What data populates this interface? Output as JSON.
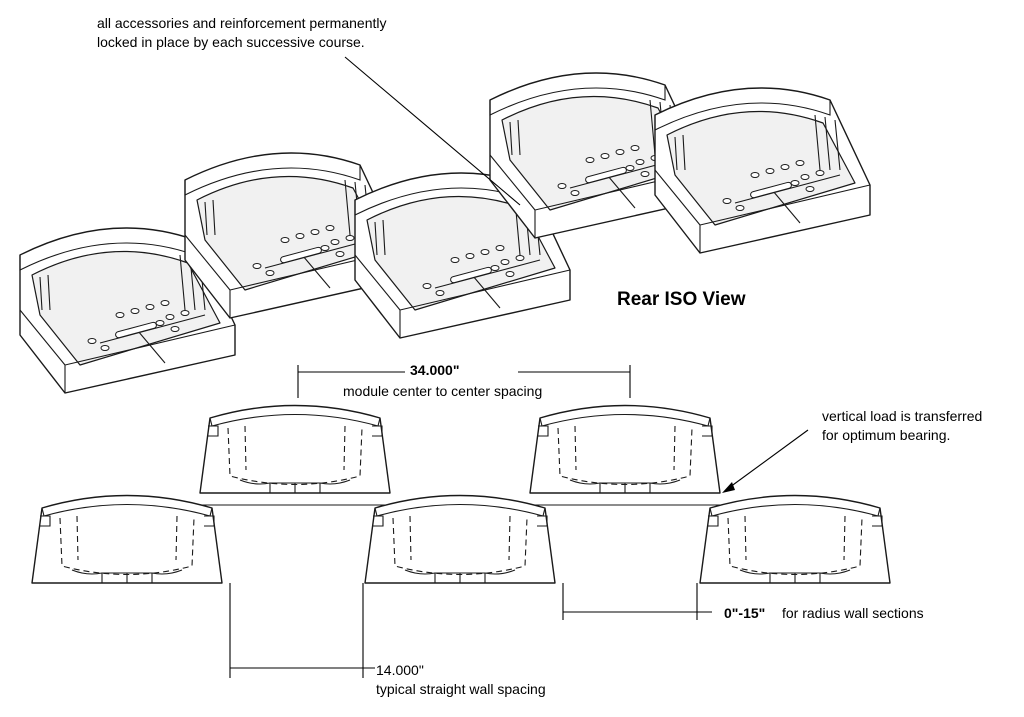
{
  "notes": {
    "accessories_line1": "all accessories and reinforcement permanently",
    "accessories_line2": "locked in place by each successive course.",
    "view_title": "Rear ISO View",
    "vertical_load_line1": "vertical load is transferred",
    "vertical_load_line2": "for optimum bearing."
  },
  "dimensions": {
    "center_spacing_value": "34.000\"",
    "center_spacing_caption": "module center to center spacing",
    "radius_value": "0\"-15\"",
    "radius_caption": "for radius wall sections",
    "straight_value": "14.000\"",
    "straight_caption": "typical straight wall spacing"
  },
  "colors": {
    "line": "#1a1a1a",
    "background": "#ffffff"
  }
}
